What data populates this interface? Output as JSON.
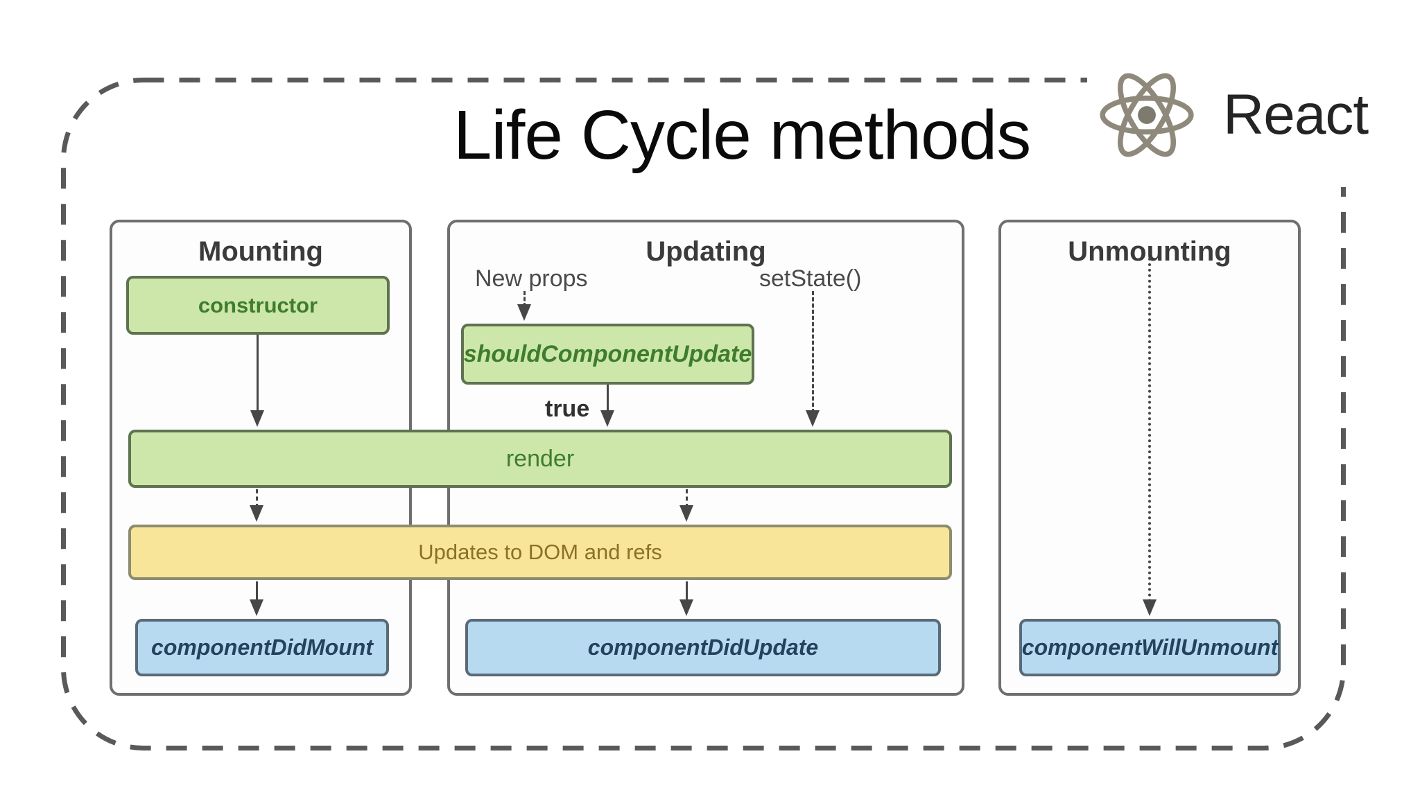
{
  "title": "Life Cycle methods",
  "logo": {
    "label": "React",
    "icon": "react-atom-icon"
  },
  "columns": {
    "mounting": {
      "label": "Mounting"
    },
    "updating": {
      "label": "Updating"
    },
    "unmounting": {
      "label": "Unmounting"
    }
  },
  "nodes": {
    "constructor": {
      "label": "constructor",
      "type": "green"
    },
    "shouldComponentUpdate": {
      "label": "shouldComponentUpdate",
      "type": "green"
    },
    "render": {
      "label": "render",
      "type": "green"
    },
    "updatesToDom": {
      "label": "Updates to DOM and refs",
      "type": "yellow"
    },
    "componentDidMount": {
      "label": "componentDidMount",
      "type": "blue"
    },
    "componentDidUpdate": {
      "label": "componentDidUpdate",
      "type": "blue"
    },
    "componentWillUnmount": {
      "label": "componentWillUnmount",
      "type": "blue"
    }
  },
  "labels": {
    "newProps": "New props",
    "setState": "setState()",
    "trueLabel": "true"
  },
  "colors": {
    "green-fill": "#cde7ab",
    "green-border": "#5f7350",
    "green-text": "#3e7d2d",
    "yellow-fill": "#f9e59a",
    "yellow-border": "#8c8c70",
    "yellow-text": "#8a7125",
    "blue-fill": "#b7daf1",
    "blue-border": "#5a6a77",
    "blue-text": "#24425c",
    "column-border": "#6f6f6f",
    "dash-border": "#595959",
    "arrow": "#474747",
    "logo-icon": "#8f897c",
    "logo-dot": "#7f7a6e"
  }
}
